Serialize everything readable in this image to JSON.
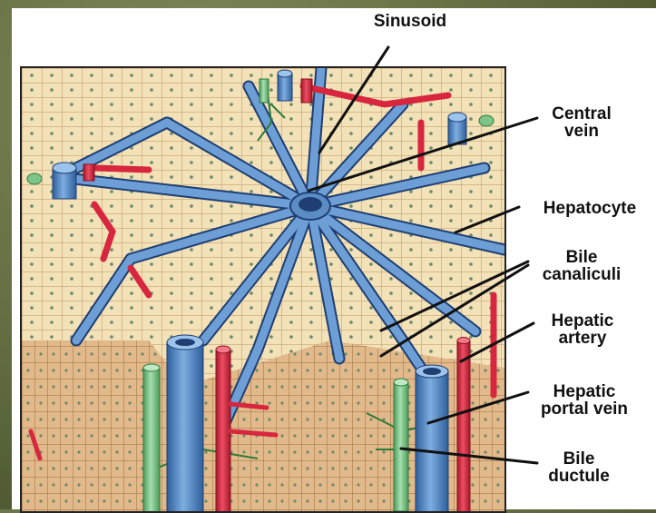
{
  "labels": {
    "sinusoid": "Sinusoid",
    "central_vein": [
      "Central",
      "vein"
    ],
    "hepatocyte": "Hepatocyte",
    "bile_canaliculi": [
      "Bile",
      "canaliculi"
    ],
    "hepatic_artery": [
      "Hepatic",
      "artery"
    ],
    "hepatic_portal_vein": [
      "Hepatic",
      "portal vein"
    ],
    "bile_ductule": [
      "Bile",
      "ductule"
    ]
  },
  "colors": {
    "background": "#5f6b3e",
    "panel": "#ffffff",
    "hepatocyte_fill": "#f3e1b8",
    "cell_outline": "#b89560",
    "nucleus": "#6d8a6a",
    "vein_blue": "#5b8cc4",
    "vein_outline": "#1f3f73",
    "artery_red": "#d7263d",
    "bile_green": "#7fc58a",
    "leader": "#111111"
  }
}
